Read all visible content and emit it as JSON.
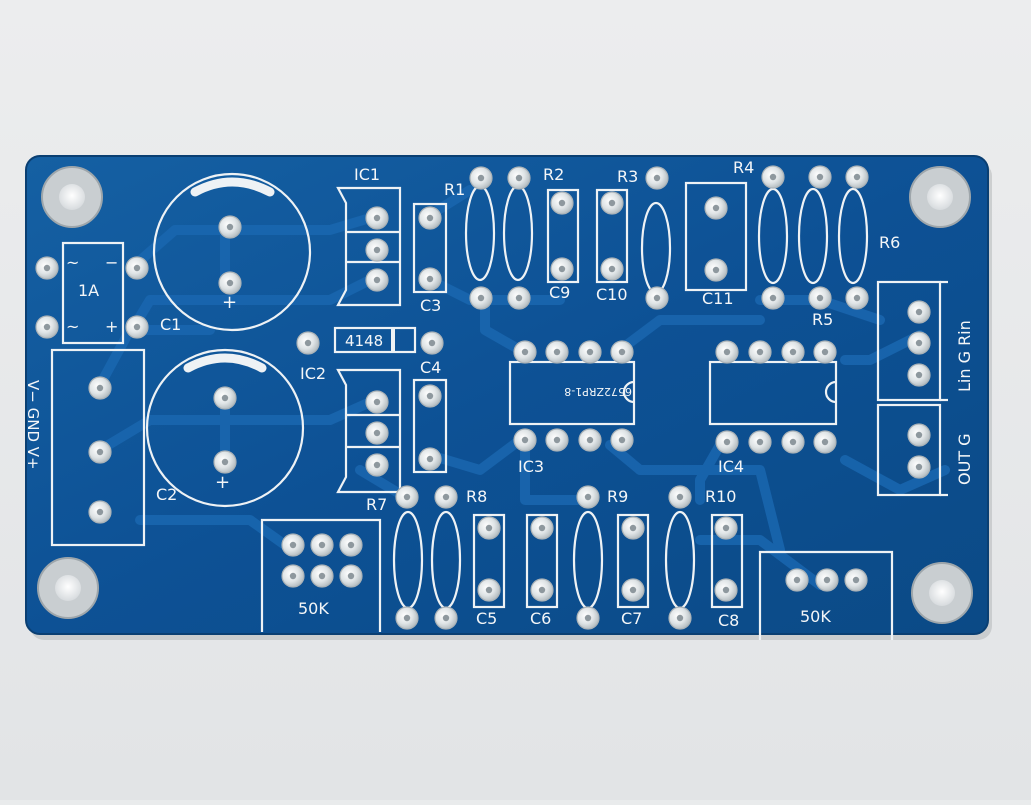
{
  "pcb": {
    "labels": {
      "ic1": "IC1",
      "ic2": "IC2",
      "ic3": "IC3",
      "ic4": "IC4",
      "r1": "R1",
      "r2": "R2",
      "r3": "R3",
      "r4": "R4",
      "r5": "R5",
      "r6": "R6",
      "r7": "R7",
      "r8": "R8",
      "r9": "R9",
      "r10": "R10",
      "c1": "C1",
      "c2": "C2",
      "c3": "C3",
      "c4": "C4",
      "c5": "C5",
      "c6": "C6",
      "c7": "C7",
      "c8": "C8",
      "c9": "C9",
      "c10": "C10",
      "c11": "C11",
      "fuse": "1A",
      "diode": "4148",
      "pot_left": "50K",
      "pot_right": "50K",
      "input": "Lin G Rin",
      "output": "OUT G",
      "power": "V− GND V+",
      "ic3_code": "6572ZRP1-8"
    },
    "colors": {
      "board": "#0d4f8e",
      "silkscreen": "#f4f6f8",
      "pad": "#d8dde0",
      "background": "#e9ebec"
    }
  }
}
